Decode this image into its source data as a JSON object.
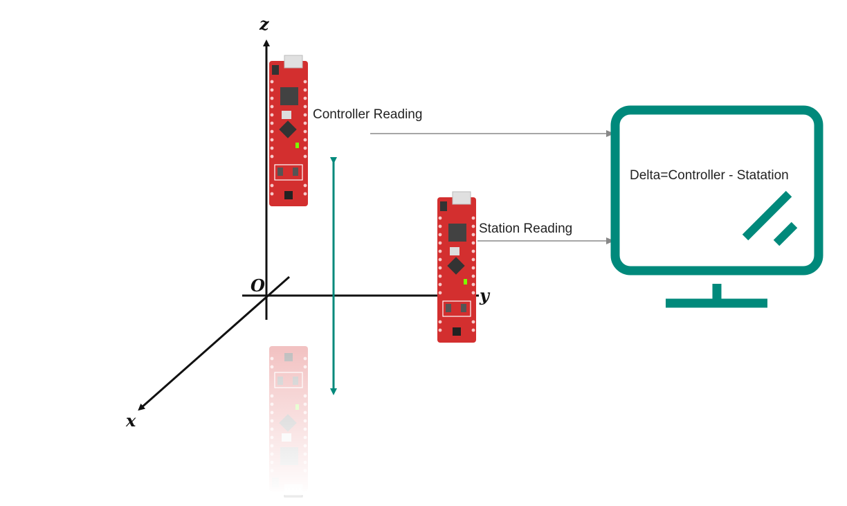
{
  "labels": {
    "controller_reading": "Controller Reading",
    "station_reading": "Station Reading",
    "delta": "Delta=Controller - Statation"
  },
  "axes": {
    "z": "z",
    "y": "y",
    "x": "x",
    "origin": "O"
  },
  "colors": {
    "teal": "#00897b",
    "board_red": "#d32f2f",
    "axis": "#111111",
    "arrow_gray": "#888888"
  },
  "icons": {
    "monitor": "monitor-icon",
    "controller_board": "microcontroller-board",
    "station_board": "microcontroller-board",
    "reflection_board": "microcontroller-board-reflection"
  }
}
